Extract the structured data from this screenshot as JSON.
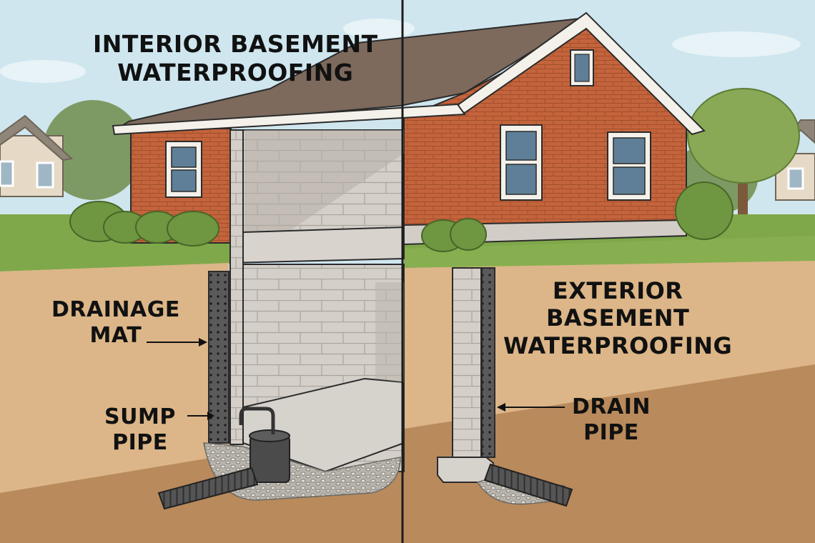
{
  "labels": {
    "interior_title_line1": "INTERIOR BASEMENT",
    "interior_title_line2": "WATERPROOFING",
    "exterior_title_line1": "EXTERIOR",
    "exterior_title_line2": "BASEMENT",
    "exterior_title_line3": "WATERPROOFING",
    "drainage_mat_line1": "DRAINAGE",
    "drainage_mat_line2": "MAT",
    "sump_pipe_line1": "SUMP",
    "sump_pipe_line2": "PIPE",
    "drain_pipe_line1": "DRAIN",
    "drain_pipe_line2": "PIPE"
  },
  "colors": {
    "sky": "#cfe6ef",
    "brick": "#c4643c",
    "roof": "#7d6a5c",
    "grass": "#7fa84a",
    "soil": "#dcb688",
    "deep_soil": "#b98a5c",
    "concrete": "#d2cdc6",
    "pipe": "#4b4b4b",
    "outline": "#2b2b2b"
  }
}
